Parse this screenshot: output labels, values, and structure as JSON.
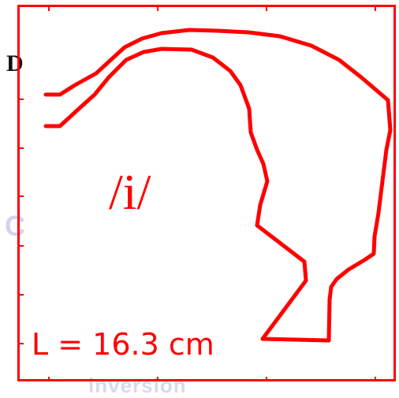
{
  "background": {
    "letter": "D",
    "partial_letter": "C",
    "partial_text": "inversion"
  },
  "vowel": "/i/",
  "length_label": "L = 16.3 cm",
  "colors": {
    "outline": "#ff0000",
    "frame": "#ff0000",
    "faint_text": "#d2d2f4"
  }
}
